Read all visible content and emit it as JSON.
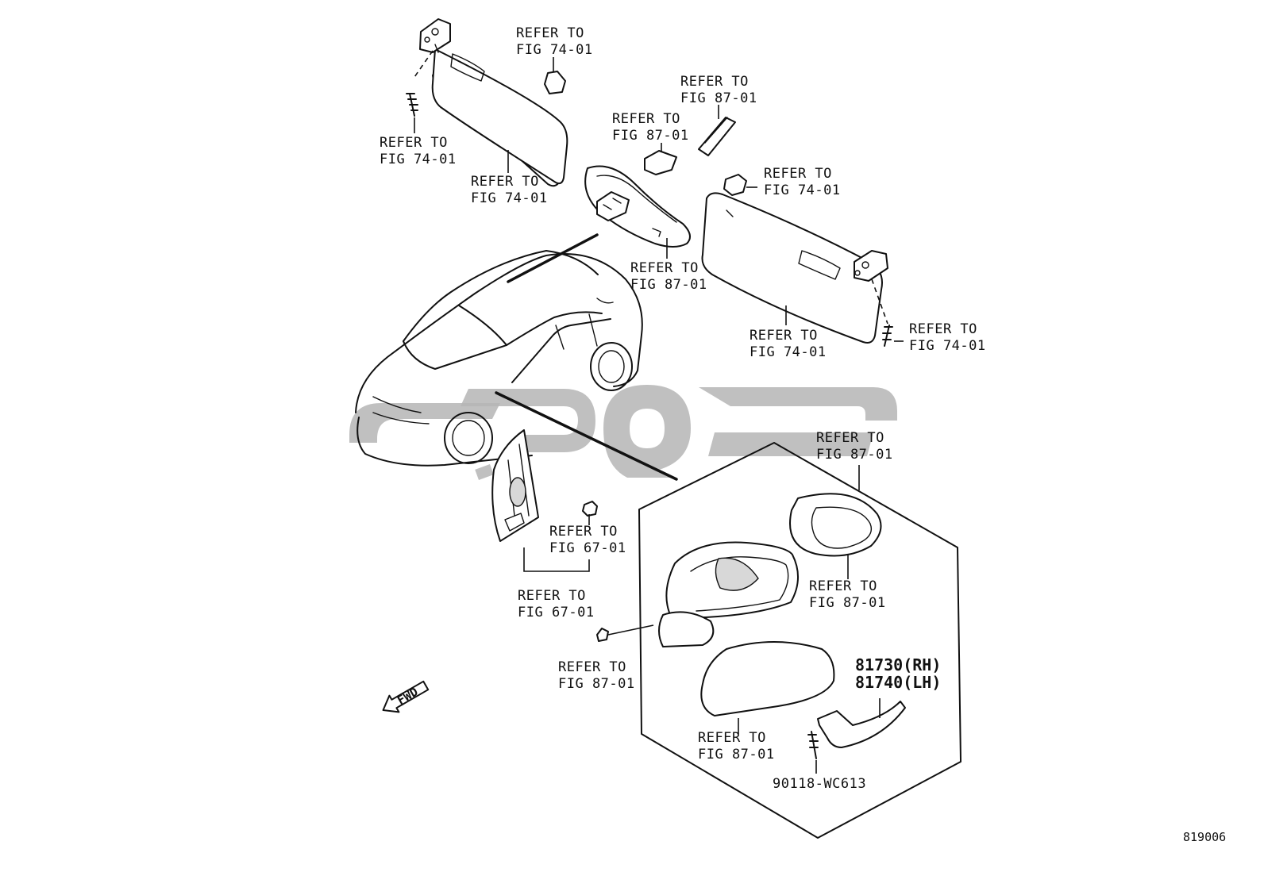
{
  "callouts": {
    "visor_left_bracket_top": [
      "REFER TO",
      "FIG 74-01"
    ],
    "visor_left_screw": [
      "REFER TO",
      "FIG 74-01"
    ],
    "visor_left_body": [
      "REFER TO",
      "FIG 74-01"
    ],
    "rear_mirror_cover": [
      "REFER TO",
      "FIG 87-01"
    ],
    "rear_mirror_mount": [
      "REFER TO",
      "FIG 87-01"
    ],
    "rear_mirror_body": [
      "REFER TO",
      "FIG 87-01"
    ],
    "visor_right_clip": [
      "REFER TO",
      "FIG 74-01"
    ],
    "visor_right_body": [
      "REFER TO",
      "FIG 74-01"
    ],
    "visor_right_screw": [
      "REFER TO",
      "FIG 74-01"
    ],
    "door_trim_clip": [
      "REFER TO",
      "FIG 67-01"
    ],
    "door_trim_panel": [
      "REFER TO",
      "FIG 67-01"
    ],
    "mirror_nut": [
      "REFER TO",
      "FIG 87-01"
    ],
    "mirror_glass": [
      "REFER TO",
      "FIG 87-01"
    ],
    "mirror_housing": [
      "REFER TO",
      "FIG 87-01"
    ],
    "mirror_cover": [
      "REFER TO",
      "FIG 87-01"
    ]
  },
  "part_numbers": {
    "side_turn_lamp_rh": "81730(RH)",
    "side_turn_lamp_lh": "81740(LH)",
    "screw": "90118-WC613"
  },
  "fwd_label": "FWD",
  "figure_id": "819006"
}
